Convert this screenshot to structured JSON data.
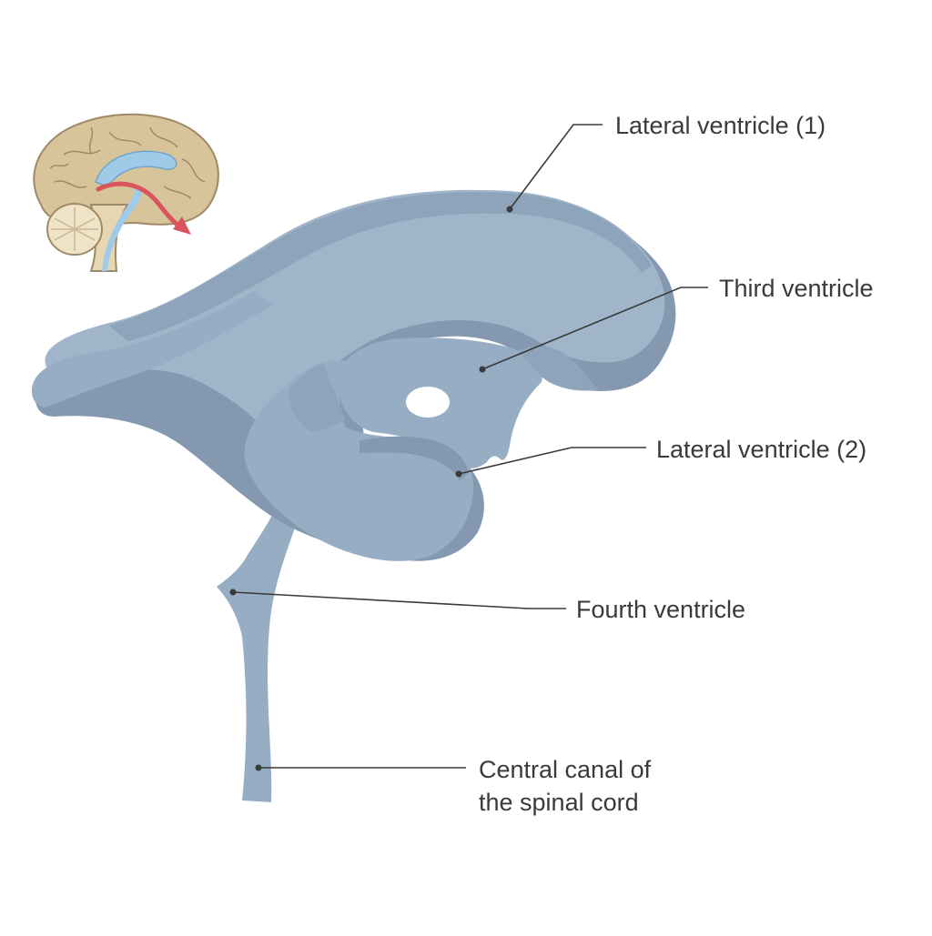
{
  "labels": {
    "lateral_1": "Lateral ventricle (1)",
    "third": "Third ventricle",
    "lateral_2": "Lateral ventricle (2)",
    "fourth": "Fourth ventricle",
    "canal_line1": "Central canal of",
    "canal_line2": "the spinal cord"
  },
  "colors": {
    "ventricle_fill": "#97adc4",
    "ventricle_shadow": "#8499b0",
    "ventricle_light": "#a6bbd0",
    "leader_line": "#3a3a3a",
    "brain_tan": "#d8c49a",
    "brain_outline": "#9e8a66",
    "csf_blue": "#9fcbe8",
    "arrow_red": "#d9545c"
  }
}
